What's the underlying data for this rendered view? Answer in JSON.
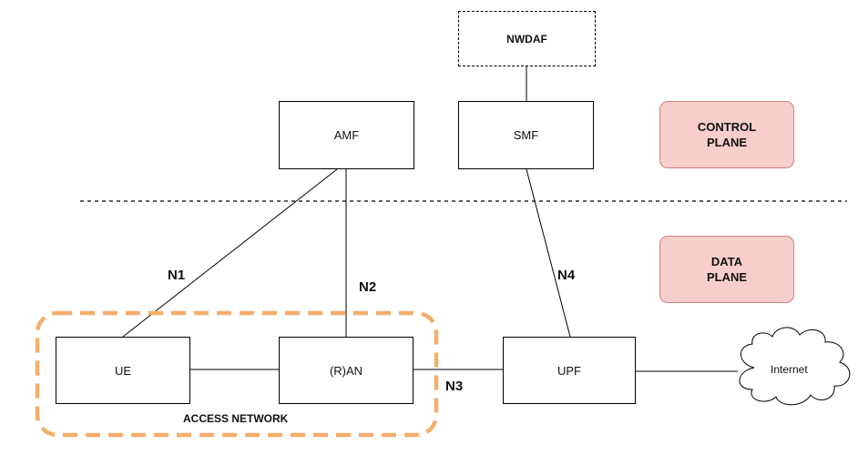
{
  "nodes": {
    "nwdaf": "NWDAF",
    "amf": "AMF",
    "smf": "SMF",
    "ue": "UE",
    "ran": "(R)AN",
    "upf": "UPF",
    "internet": "Internet"
  },
  "planes": {
    "control": "CONTROL\nPLANE",
    "data": "DATA\nPLANE"
  },
  "interfaces": {
    "n1": "N1",
    "n2": "N2",
    "n3": "N3",
    "n4": "N4"
  },
  "access_network_label": "ACCESS NETWORK",
  "colors": {
    "plane_fill": "#f8cecc",
    "plane_border": "#cf8080",
    "access_network_border": "#f5ae6b",
    "line": "#000000"
  }
}
